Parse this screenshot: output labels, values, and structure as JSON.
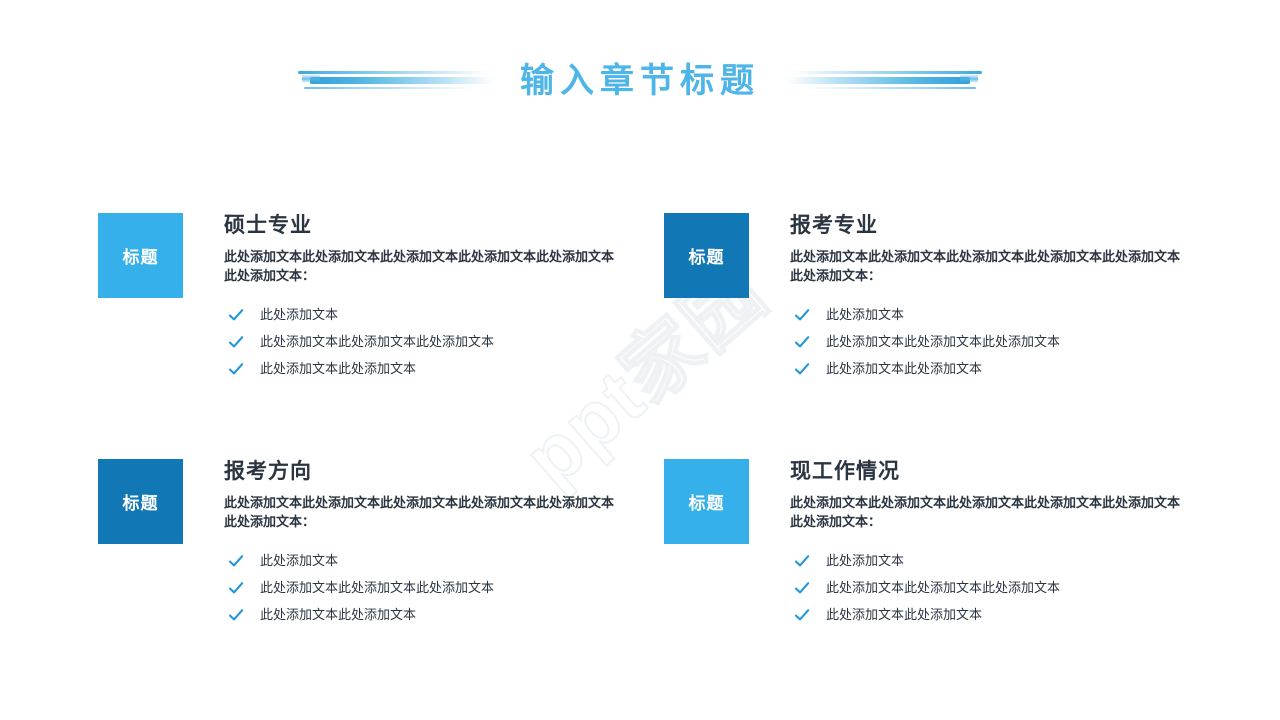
{
  "header": {
    "title": "输入章节标题",
    "title_color": "#4db5e8",
    "decoration_left": "gradient-lines-decoration",
    "decoration_right": "gradient-lines-decoration"
  },
  "watermark": {
    "text": "ppt家园"
  },
  "theme": {
    "accent_light": "#36b0ea",
    "accent_dark": "#1178b5",
    "check_color": "#2196d9",
    "text_color": "#2b3541"
  },
  "blocks": [
    {
      "badge_label": "标题",
      "badge_color": "#36b0ea",
      "heading": "硕士专业",
      "description": "此处添加文本此处添加文本此处添加文本此处添加文本此处添加文本此处添加文本：",
      "bullets": [
        "此处添加文本",
        "此处添加文本此处添加文本此处添加文本",
        "此处添加文本此处添加文本"
      ]
    },
    {
      "badge_label": "标题",
      "badge_color": "#1178b5",
      "heading": "报考专业",
      "description": "此处添加文本此处添加文本此处添加文本此处添加文本此处添加文本此处添加文本：",
      "bullets": [
        "此处添加文本",
        "此处添加文本此处添加文本此处添加文本",
        "此处添加文本此处添加文本"
      ]
    },
    {
      "badge_label": "标题",
      "badge_color": "#1178b5",
      "heading": "报考方向",
      "description": "此处添加文本此处添加文本此处添加文本此处添加文本此处添加文本此处添加文本：",
      "bullets": [
        "此处添加文本",
        "此处添加文本此处添加文本此处添加文本",
        "此处添加文本此处添加文本"
      ]
    },
    {
      "badge_label": "标题",
      "badge_color": "#36b0ea",
      "heading": "现工作情况",
      "description": "此处添加文本此处添加文本此处添加文本此处添加文本此处添加文本此处添加文本：",
      "bullets": [
        "此处添加文本",
        "此处添加文本此处添加文本此处添加文本",
        "此处添加文本此处添加文本"
      ]
    }
  ]
}
